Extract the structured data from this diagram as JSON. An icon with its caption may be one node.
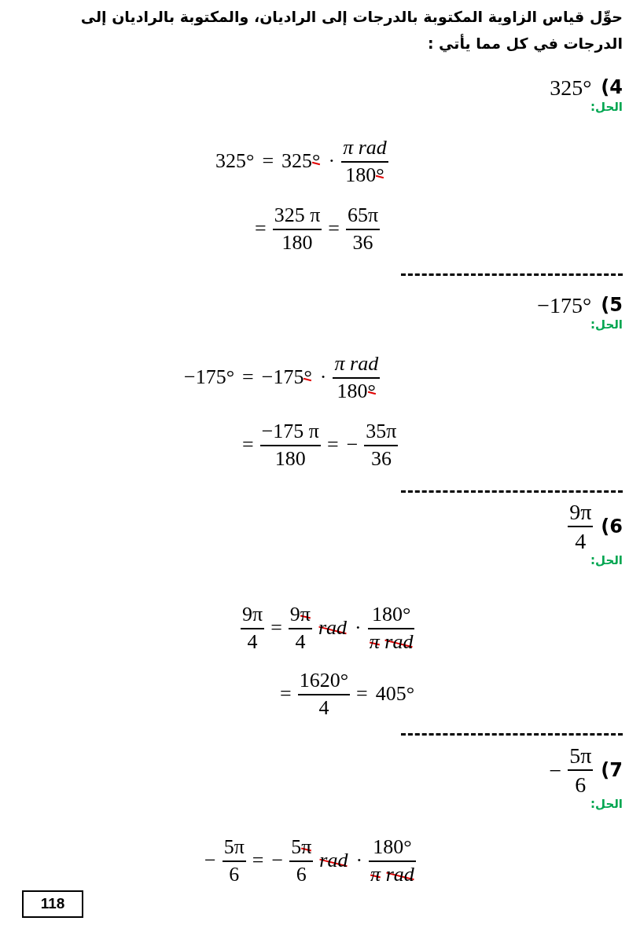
{
  "diagram": {
    "title": "حوِّل قياس الزاوية المكتوبة بالدرجات إلى الراديان، والمكتوبة بالراديان إلى الدرجات في كل مما يأتي :",
    "nodes": [
      {
        "text": [
          "118"
        ]
      }
    ],
    "edges": [],
    "labels": [
      "(4",
      "325°",
      "الحل:",
      "325°",
      "=",
      "325°",
      "·",
      "π rad",
      "180°",
      "=",
      "325 π",
      "180",
      "=",
      "65π",
      "36",
      "(5",
      "−175°",
      "الحل:",
      "−175°",
      "=",
      "−175°",
      "·",
      "π rad",
      "180°",
      "=",
      "−175 π",
      "180",
      "=",
      "−",
      "35π",
      "36",
      "(6",
      "9π",
      "4",
      "الحل:",
      "9π",
      "4",
      "=",
      "9π",
      "4",
      "rad",
      "·",
      "180°",
      "π rad",
      "=",
      "1620°",
      "4",
      "=",
      "405°",
      "(7",
      "−",
      "5π",
      "6",
      "الحل:",
      "−",
      "5π",
      "6",
      "=",
      "−",
      "5π",
      "6",
      "rad",
      "·",
      "180°",
      "π rad"
    ]
  }
}
